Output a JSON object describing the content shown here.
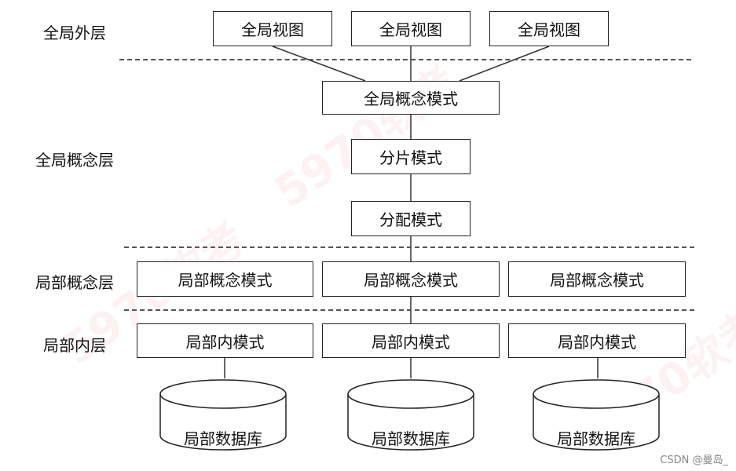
{
  "layers": {
    "external": "全局外层",
    "global_conceptual": "全局概念层",
    "local_conceptual": "局部概念层",
    "local_internal": "局部内层"
  },
  "global_views": [
    "全局视图",
    "全局视图",
    "全局视图"
  ],
  "global_schema": "全局概念模式",
  "fragment_schema": "分片模式",
  "allocation_schema": "分配模式",
  "local_conceptual_schemas": [
    "局部概念模式",
    "局部概念模式",
    "局部概念模式"
  ],
  "local_internal_schemas": [
    "局部内模式",
    "局部内模式",
    "局部内模式"
  ],
  "local_databases": [
    "局部数据库",
    "局部数据库",
    "局部数据库"
  ],
  "watermark": "5970软考",
  "credit": "CSDN @曼岛_"
}
